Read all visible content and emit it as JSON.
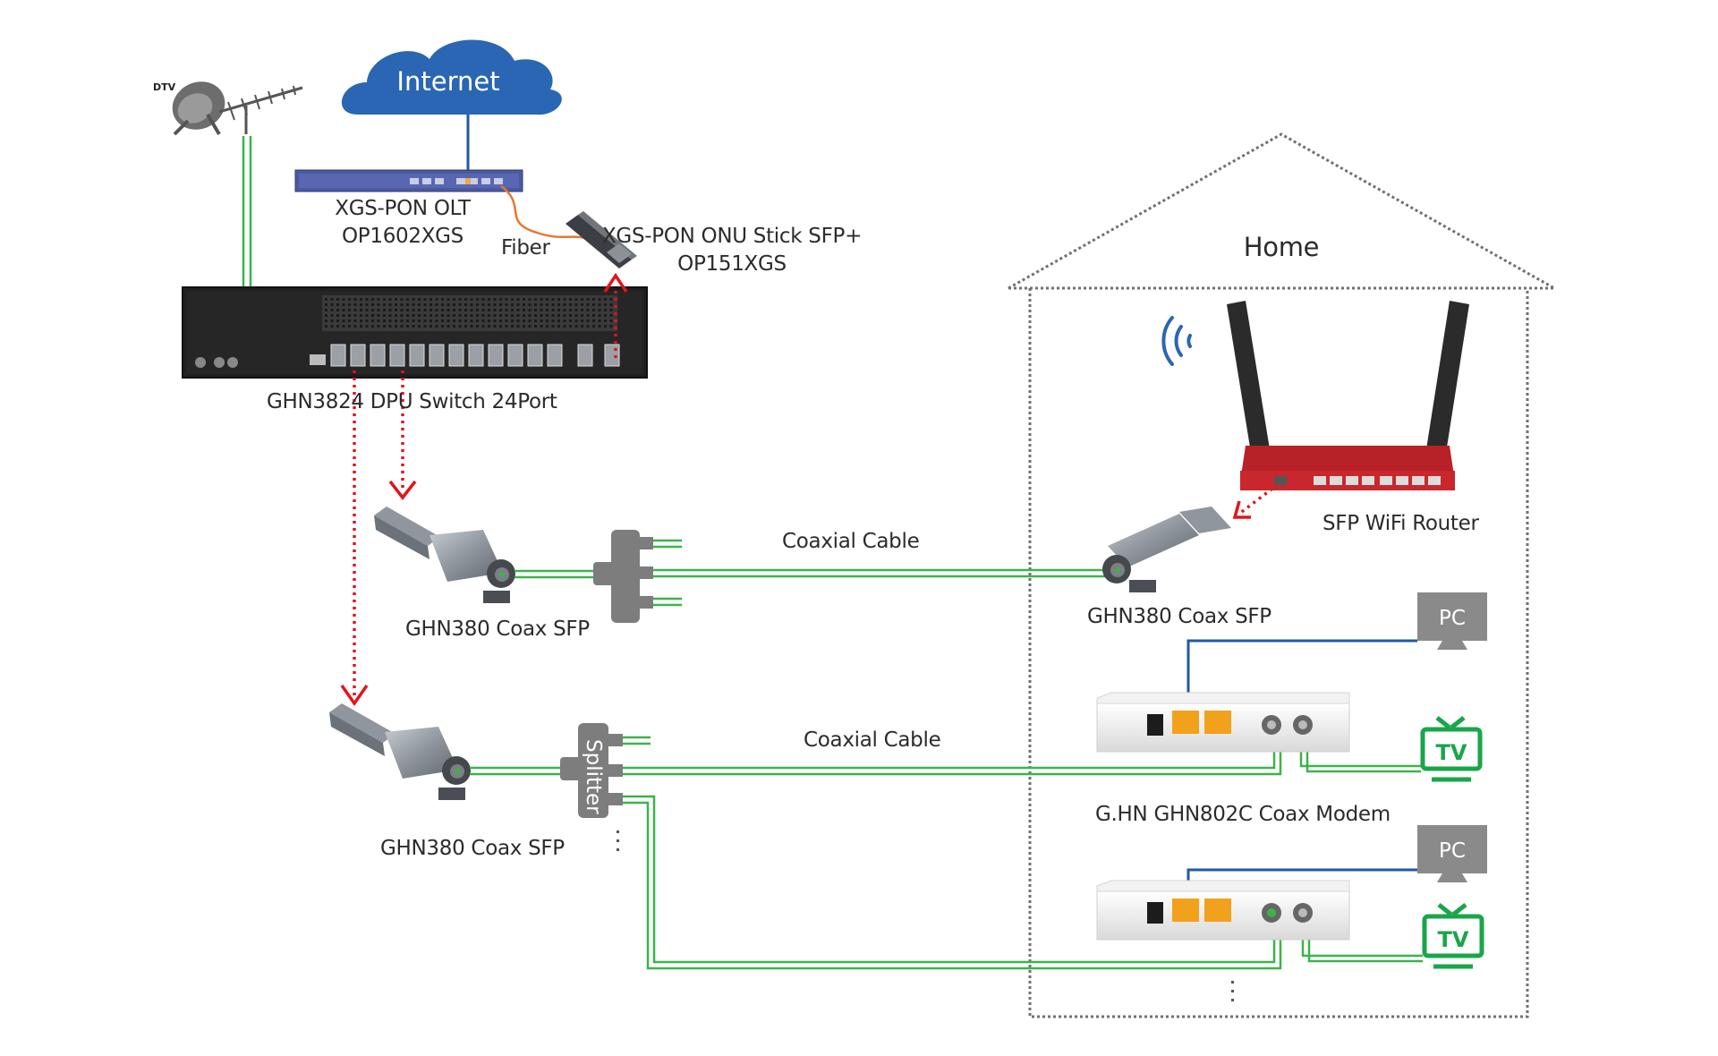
{
  "labels": {
    "internet": "Internet",
    "dtv": "DTV",
    "olt_line1": "XGS-PON OLT",
    "olt_line2": "OP1602XGS",
    "fiber": "Fiber",
    "onu_line1": "XGS-PON ONU Stick SFP+",
    "onu_line2": "OP151XGS",
    "switch": "GHN3824 DPU Switch 24Port",
    "home": "Home",
    "router": "SFP WiFi Router",
    "sfp_left_1": "GHN380 Coax SFP",
    "sfp_left_2": "GHN380 Coax SFP",
    "sfp_home": "GHN380 Coax SFP",
    "coax_1": "Coaxial Cable",
    "coax_2": "Coaxial Cable",
    "splitter": "Splitter",
    "modem": "G.HN GHN802C Coax Modem",
    "pc_1": "PC",
    "pc_2": "PC",
    "tv_1": "TV",
    "tv_2": "TV"
  },
  "colors": {
    "coax": "#3cb34a",
    "ethernet": "#1f5aa6",
    "fiber": "#e8772e",
    "sfp_link": "#e3141b",
    "cloud": "#2a66b3",
    "router": "#c8272d",
    "tv": "#19a64a",
    "pc": "#8a8a8a",
    "house": "#707070"
  }
}
